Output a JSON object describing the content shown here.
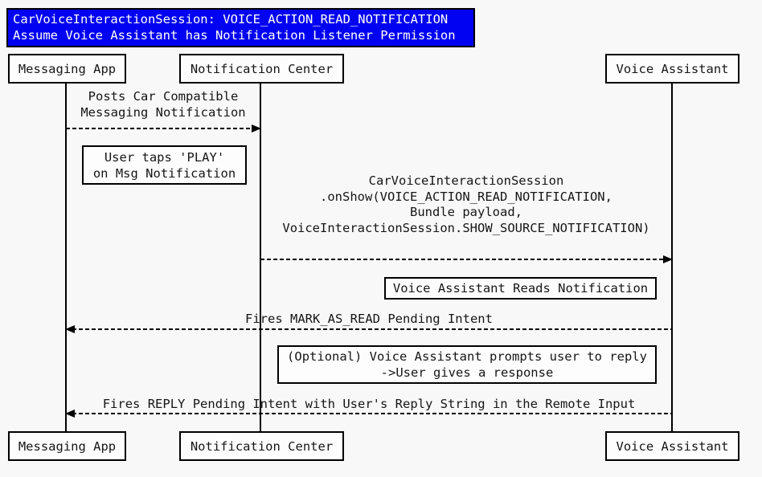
{
  "diagram": {
    "title_lines": [
      "CarVoiceInteractionSession: VOICE_ACTION_READ_NOTIFICATION",
      "Assume Voice Assistant has Notification Listener Permission"
    ],
    "actors": {
      "messaging_app": "Messaging App",
      "notification_center": "Notification Center",
      "voice_assistant": "Voice Assistant"
    },
    "messages": [
      {
        "from": "Messaging App",
        "to": "Notification Center",
        "arrow": "dashed-right",
        "lines": [
          "Posts Car Compatible",
          "Messaging Notification"
        ]
      },
      {
        "from": "Notification Center",
        "to": "Voice Assistant",
        "arrow": "dashed-right",
        "lines": [
          "CarVoiceInteractionSession",
          ".onShow(VOICE_ACTION_READ_NOTIFICATION,",
          "Bundle payload,",
          "VoiceInteractionSession.SHOW_SOURCE_NOTIFICATION)"
        ]
      },
      {
        "from": "Voice Assistant",
        "to": "Messaging App",
        "arrow": "dashed-left",
        "lines": [
          "Fires MARK_AS_READ Pending Intent"
        ]
      },
      {
        "from": "Voice Assistant",
        "to": "Messaging App",
        "arrow": "dashed-left",
        "lines": [
          "Fires REPLY Pending Intent with User's Reply String in the Remote Input"
        ]
      }
    ],
    "notes": [
      {
        "lines": [
          "User taps 'PLAY'",
          "on Msg Notification"
        ]
      },
      {
        "lines": [
          "Voice Assistant Reads Notification"
        ]
      },
      {
        "lines": [
          "(Optional) Voice Assistant prompts user to reply",
          "->User gives a response"
        ]
      }
    ],
    "colors": {
      "title_bg": "#0202f2",
      "title_text": "#ffffff",
      "box_bg": "#fdfdfd",
      "line": "#000000",
      "background": "#f8f8f8",
      "text": "#161616"
    }
  }
}
